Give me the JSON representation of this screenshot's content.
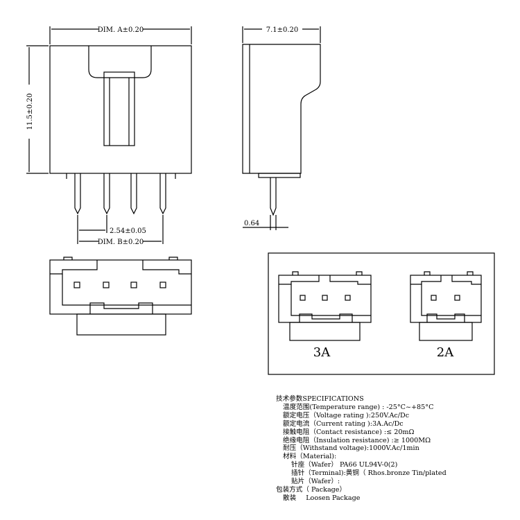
{
  "dimensions": {
    "dim_a": "DIM. A±0.20",
    "height": "11.5±0.20",
    "side_width": "7.1±0.20",
    "pitch": "2.54±0.05",
    "dim_b": "DIM. B±0.20",
    "pin_width": "0.64"
  },
  "variants": {
    "three_a": "3A",
    "two_a": "2A"
  },
  "specs": {
    "heading": "技术参数SPECIFICATIONS",
    "temperature": "温度范围(Temperature range) : -25°C~+85°C",
    "voltage": "额定电压（Voltage rating ):250V.Ac/Dc",
    "current": "额定电流（Current  rating ):3A.Ac/Dc",
    "contact": "接触电阻（Contact resistance) :≤ 20mΩ",
    "insulation": "绝缘电阻（Insulation resistance) :≥  1000MΩ",
    "withstand": "耐压（Withstand voltage):1000V.Ac/1min",
    "material": "材料（Material):",
    "wafer": "针座（Wafer） PA66 UL94V-0(2)",
    "terminal": "插针（Terminal):黄铜（ Rhos.bronze Tin/plated",
    "sticker": "贴片（Wafer）:",
    "package": "包装方式（ Package）",
    "package_cn": "散装",
    "package_en": "Loosen Package"
  }
}
